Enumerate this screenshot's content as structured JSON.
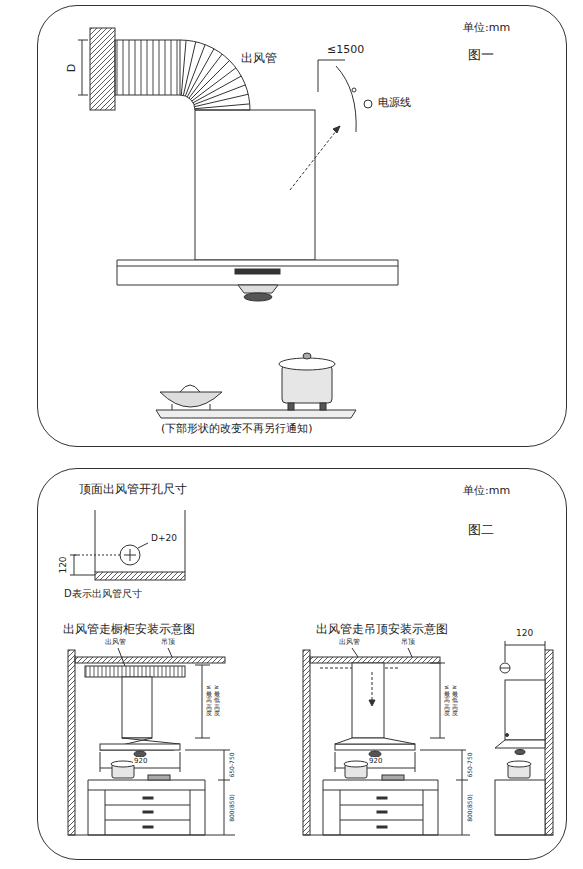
{
  "diagram": {
    "nodes": [
      {
        "text": [
          "单位:mm",
          "图一"
        ]
      },
      {
        "text": [
          "单位:mm",
          "图二"
        ]
      }
    ],
    "labels": [
      "出风管",
      "≤1500",
      "电源线",
      "D",
      "(下部形状的改变不再另行通知)",
      "顶面出风管开孔尺寸",
      "D+20",
      "120",
      "D表示出风管尺寸",
      "出风管走橱柜安装示意图",
      "出风管",
      "吊顶",
      "≤最高高度",
      "≥最低高度",
      "920",
      "650-750",
      "800(850)",
      "出风管走吊顶安装示意图",
      "出风管",
      "吊顶",
      "≤最高高度",
      "≥最低高度",
      "920",
      "650-750",
      "800(850)",
      "120"
    ]
  }
}
